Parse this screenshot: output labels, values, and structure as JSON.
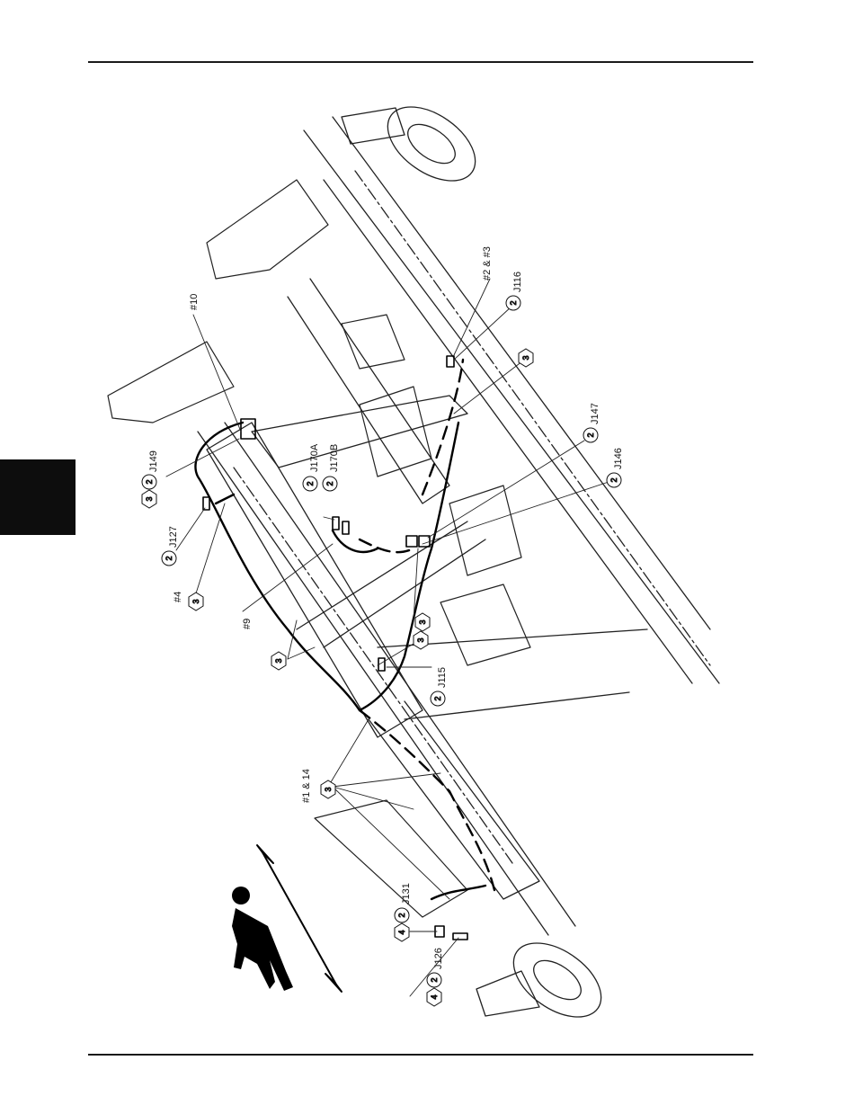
{
  "callouts": {
    "c10": "#10",
    "c4": "#4",
    "c9": "#9",
    "c1_14": "#1 & 14",
    "c2_3": "#2 & #3",
    "j149": "J149",
    "j127": "J127",
    "j170a": "J170A",
    "j170b": "J170B",
    "j115": "J115",
    "j131": "J131",
    "j126": "J126",
    "j116": "J116",
    "j147": "J147",
    "j146": "J146"
  },
  "markers": {
    "qty2": "2",
    "qty3": "3",
    "qty4": "4"
  }
}
